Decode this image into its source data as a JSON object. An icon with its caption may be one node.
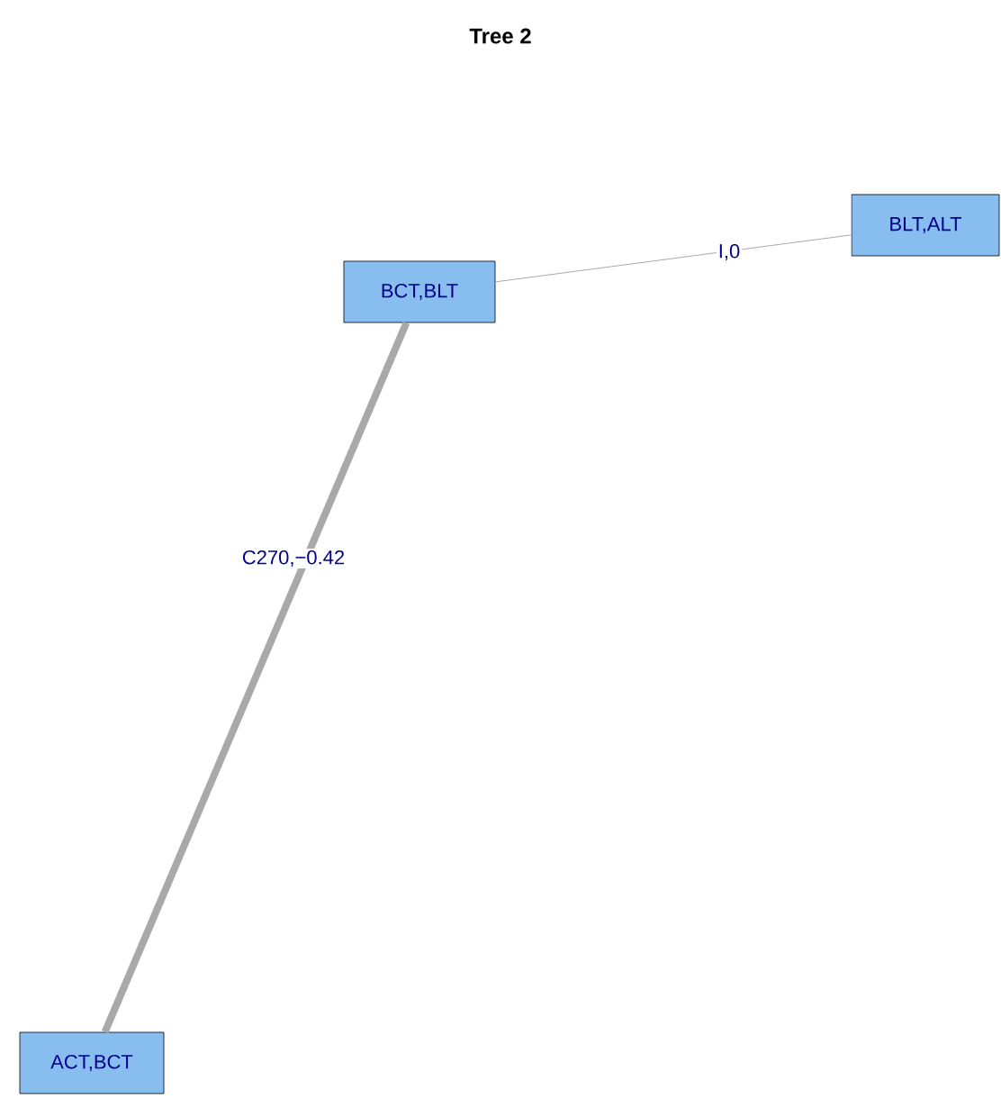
{
  "diagram": {
    "title": "Tree 2",
    "nodes": [
      {
        "text": [
          "BLT,ALT"
        ]
      },
      {
        "text": [
          "BCT,BLT"
        ]
      },
      {
        "text": [
          "ACT,BCT"
        ]
      }
    ],
    "edges": [
      {
        "from": 1,
        "to": 0,
        "arrow": "none",
        "label": "I,0"
      },
      {
        "from": 1,
        "to": 2,
        "arrow": "none",
        "label": "C270,−0.42",
        "style": "thick"
      }
    ]
  }
}
